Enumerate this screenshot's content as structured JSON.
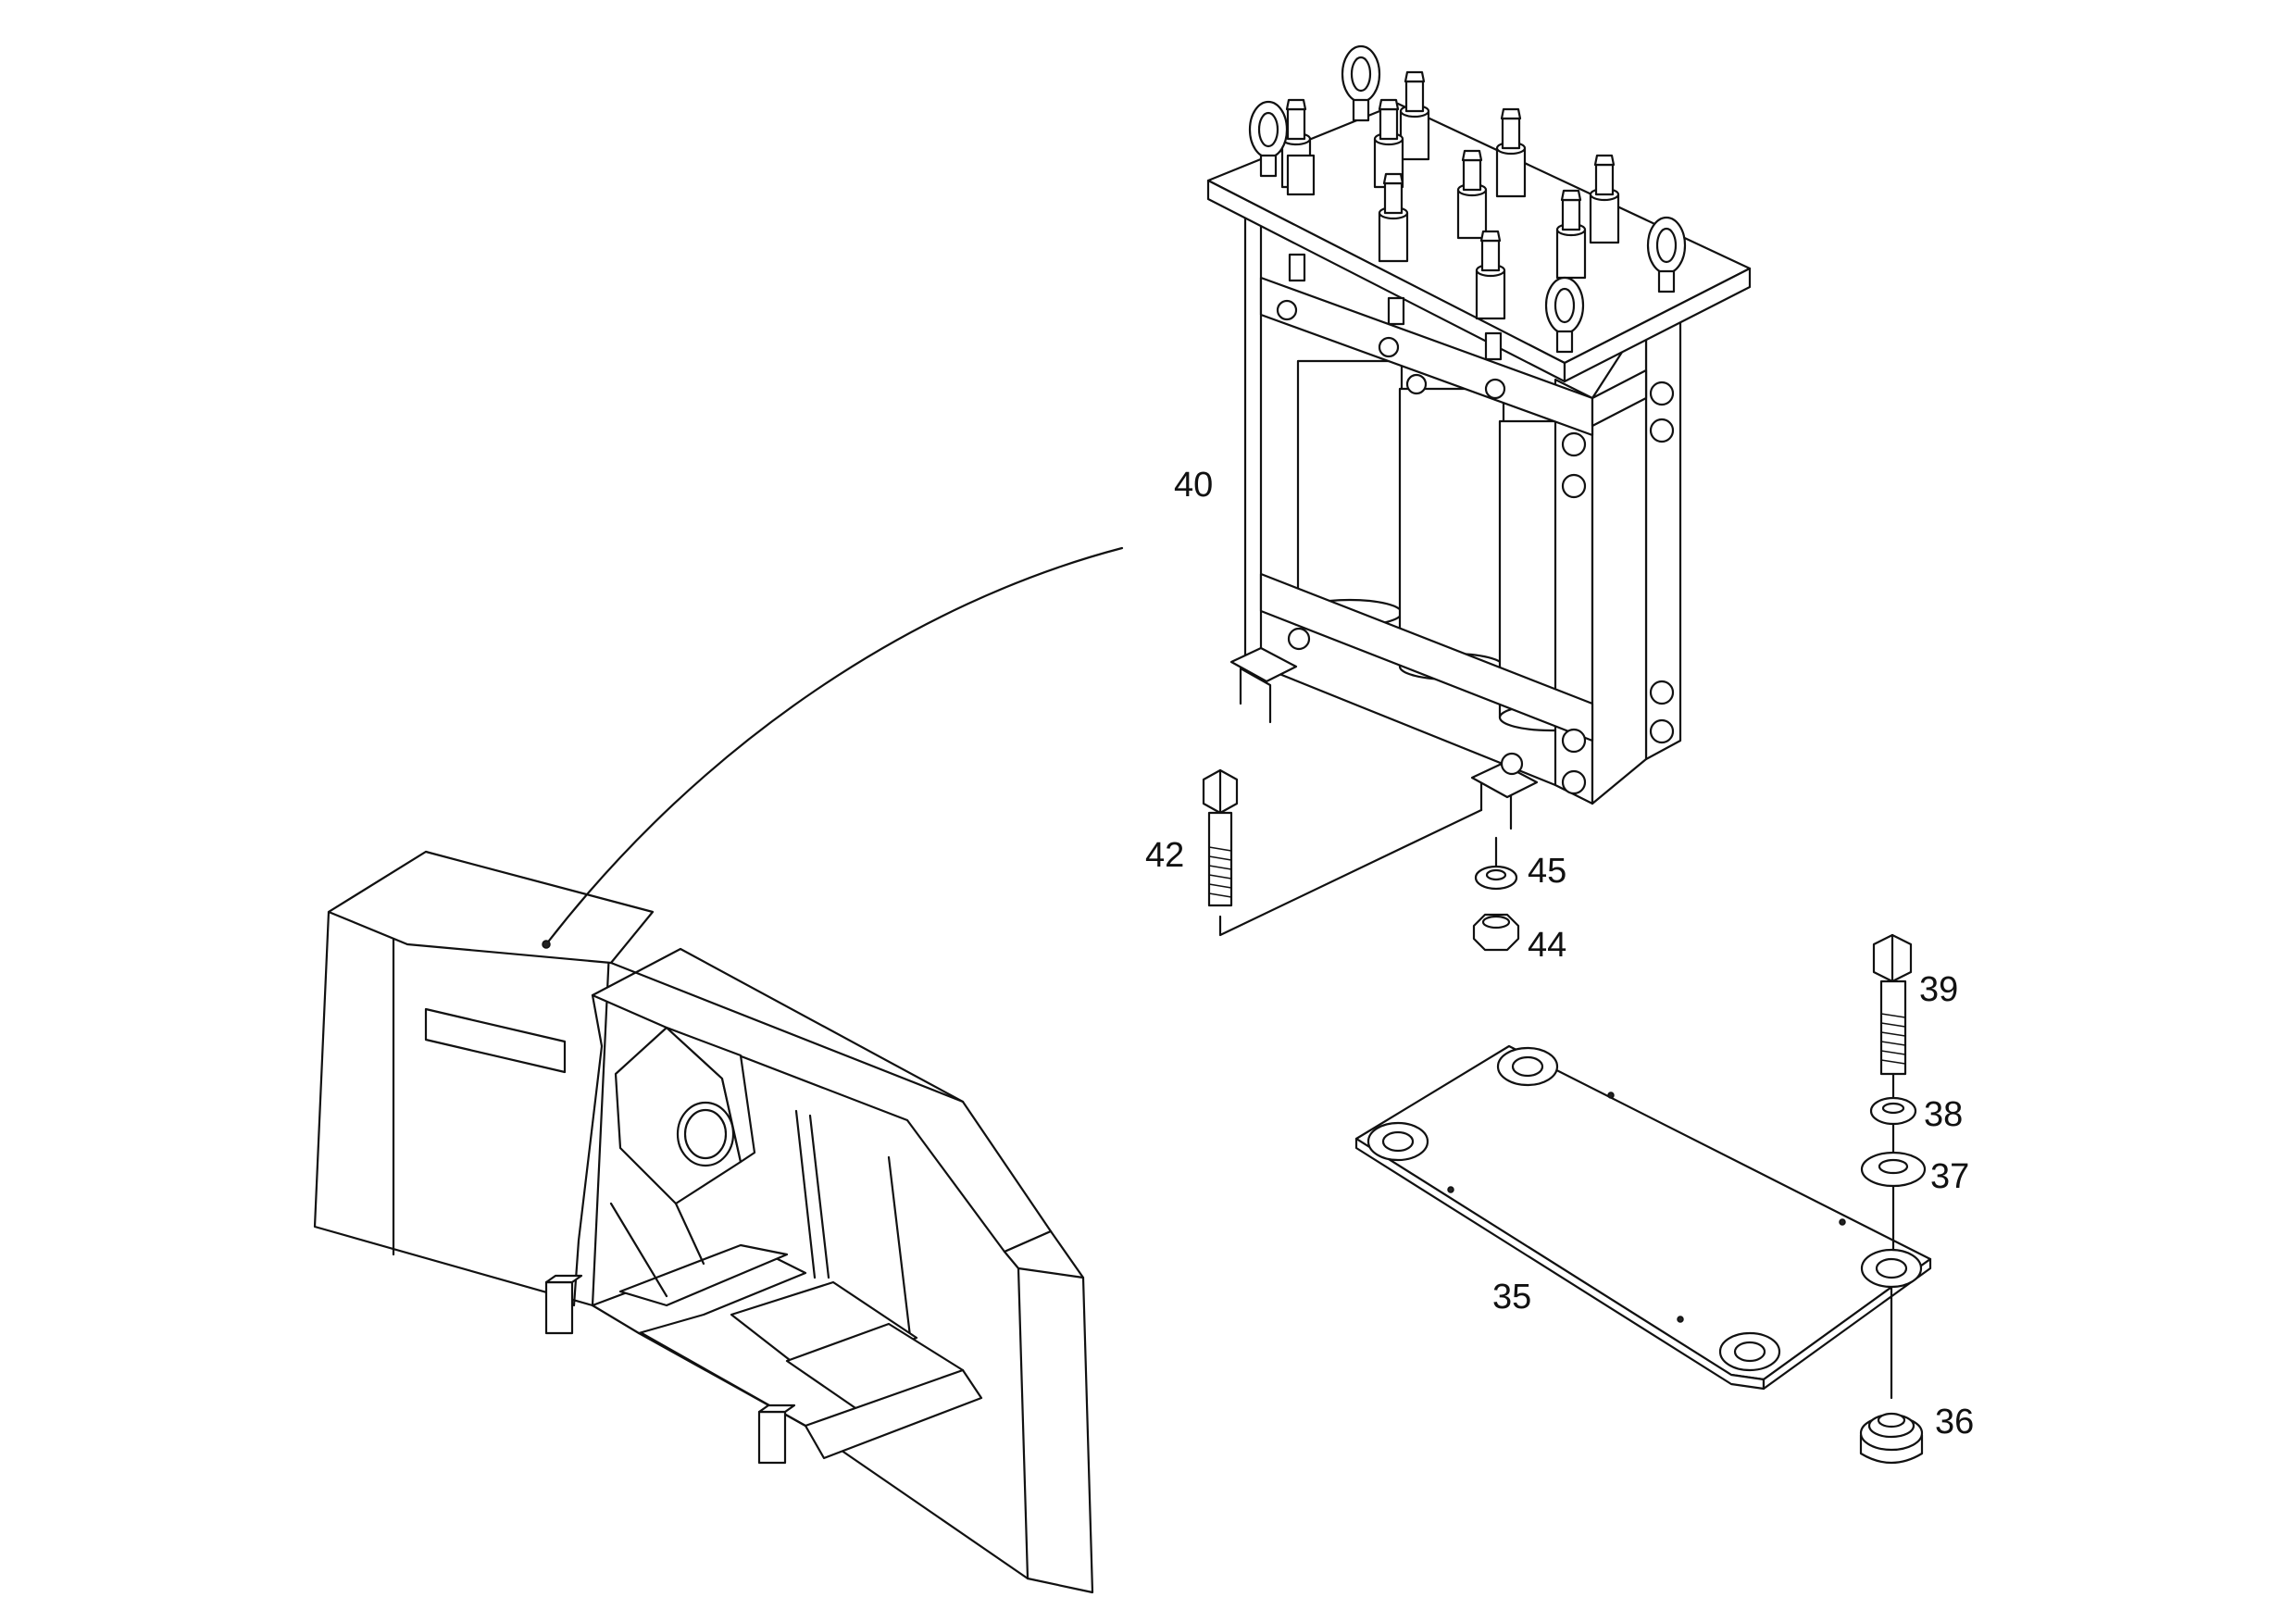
{
  "labels": {
    "p40": "40",
    "p42": "42",
    "p45": "45",
    "p44": "44",
    "p39": "39",
    "p38": "38",
    "p37": "37",
    "p35": "35",
    "p36": "36"
  }
}
